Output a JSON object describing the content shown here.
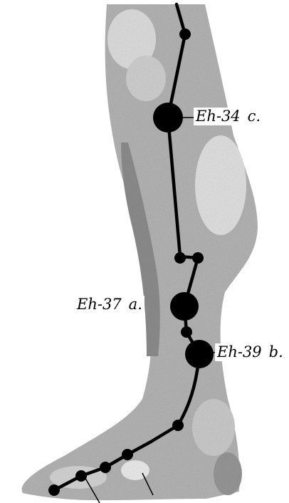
{
  "figure": {
    "subject": "leg-illustration",
    "colors": {
      "background": "#ffffff",
      "leg_fill": "#b8b8b8",
      "leg_shadow": "#8c8c8c",
      "leg_highlight": "#e6e6e6",
      "meridian_line": "#000000",
      "point_fill": "#000000"
    }
  },
  "labels": [
    {
      "code": "Eh-34",
      "letter": "c."
    },
    {
      "code": "Eh-37",
      "letter": "a."
    },
    {
      "code": "Eh-39",
      "letter": "b."
    }
  ]
}
